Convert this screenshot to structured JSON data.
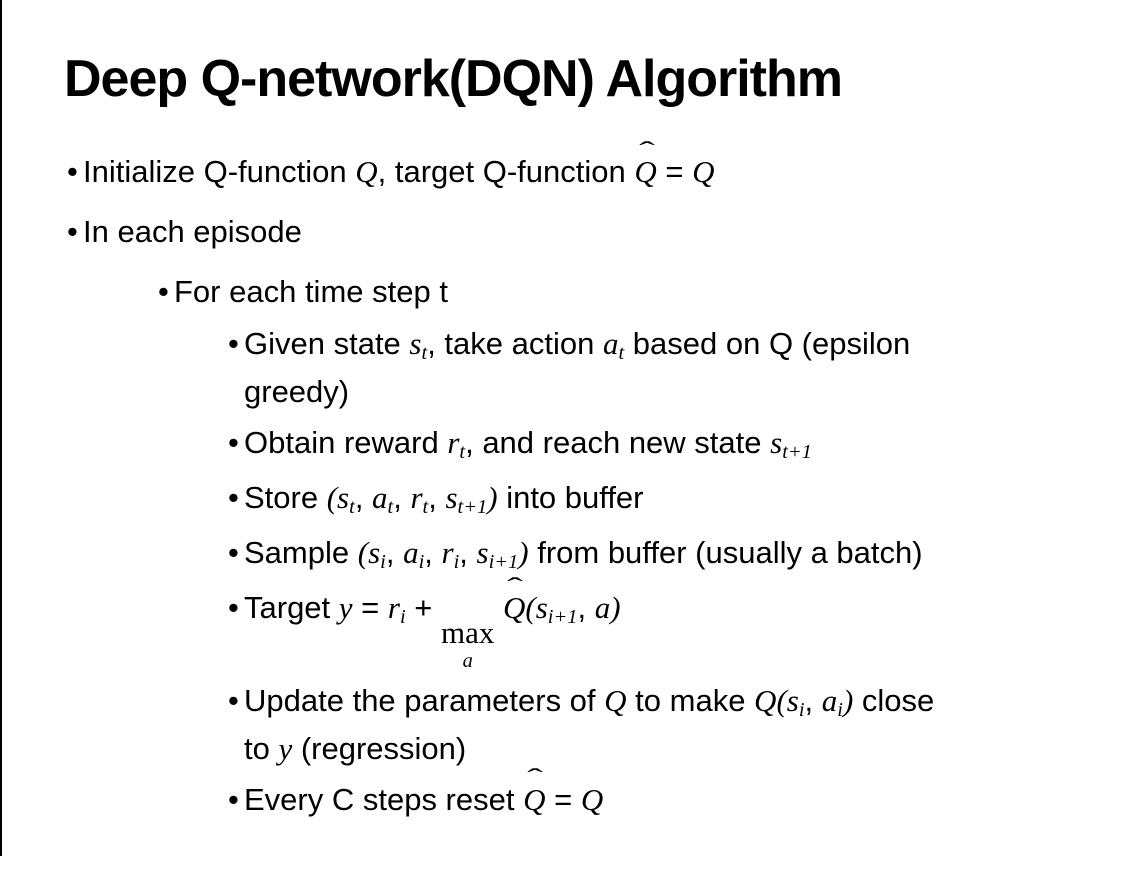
{
  "slide": {
    "title": "Deep Q-network(DQN) Algorithm",
    "bullet_char": "•",
    "hat_char": "ˆ",
    "colors": {
      "background": "#ffffff",
      "text": "#000000",
      "left_border_line": "#000000"
    },
    "bullets": [
      {
        "level": 1,
        "runs": [
          {
            "t": "Initialize Q-function "
          },
          {
            "m": "Q"
          },
          {
            "t": ", target Q-function "
          },
          {
            "hat": "Q"
          },
          {
            "t": " = "
          },
          {
            "m": "Q"
          }
        ]
      },
      {
        "level": 1,
        "runs": [
          {
            "t": "In each episode"
          }
        ]
      },
      {
        "level": 2,
        "runs": [
          {
            "t": "For each time step t"
          }
        ]
      },
      {
        "level": 3,
        "runs": [
          {
            "t": "Given state "
          },
          {
            "m": "s",
            "sub": "t"
          },
          {
            "t": ", take action "
          },
          {
            "m": "a",
            "sub": "t"
          },
          {
            "t": " based on Q (epsilon"
          },
          {
            "br": true
          },
          {
            "t": "greedy)"
          }
        ]
      },
      {
        "level": 3,
        "runs": [
          {
            "t": "Obtain reward "
          },
          {
            "m": "r",
            "sub": "t"
          },
          {
            "t": ", and reach new state "
          },
          {
            "m": "s",
            "sub": "t+1"
          }
        ]
      },
      {
        "level": 3,
        "runs": [
          {
            "t": "Store "
          },
          {
            "m": "("
          },
          {
            "m": "s",
            "sub": "t"
          },
          {
            "t": ", "
          },
          {
            "m": "a",
            "sub": "t"
          },
          {
            "t": ", "
          },
          {
            "m": "r",
            "sub": "t"
          },
          {
            "t": ", "
          },
          {
            "m": "s",
            "sub": "t+1"
          },
          {
            "m": ")"
          },
          {
            "t": " into buffer"
          }
        ]
      },
      {
        "level": 3,
        "runs": [
          {
            "t": "Sample "
          },
          {
            "m": "("
          },
          {
            "m": "s",
            "sub": "i"
          },
          {
            "t": ", "
          },
          {
            "m": "a",
            "sub": "i"
          },
          {
            "t": ", "
          },
          {
            "m": "r",
            "sub": "i"
          },
          {
            "t": ", "
          },
          {
            "m": "s",
            "sub": "i+1"
          },
          {
            "m": ")"
          },
          {
            "t": " from buffer (usually a batch)"
          }
        ]
      },
      {
        "level": 3,
        "runs": [
          {
            "t": "Target "
          },
          {
            "m": "y"
          },
          {
            "t": " = "
          },
          {
            "m": "r",
            "sub": "i"
          },
          {
            "t": " + "
          },
          {
            "stack": {
              "top": "max",
              "under": "a"
            }
          },
          {
            "t": " "
          },
          {
            "hat": "Q"
          },
          {
            "m": "("
          },
          {
            "m": "s",
            "sub": "i+1"
          },
          {
            "t": ", "
          },
          {
            "m": "a"
          },
          {
            "m": ")"
          }
        ]
      },
      {
        "level": 3,
        "runs": [
          {
            "t": "Update the parameters of "
          },
          {
            "m": "Q"
          },
          {
            "t": " to make "
          },
          {
            "m": "Q"
          },
          {
            "m": "("
          },
          {
            "m": "s",
            "sub": "i"
          },
          {
            "t": ", "
          },
          {
            "m": "a",
            "sub": "i"
          },
          {
            "m": ")"
          },
          {
            "t": " close"
          },
          {
            "br": true
          },
          {
            "t": "to "
          },
          {
            "m": "y"
          },
          {
            "t": " (regression)"
          }
        ]
      },
      {
        "level": 3,
        "runs": [
          {
            "t": "Every C steps reset "
          },
          {
            "hat": "Q"
          },
          {
            "t": " = "
          },
          {
            "m": "Q"
          }
        ]
      }
    ]
  }
}
